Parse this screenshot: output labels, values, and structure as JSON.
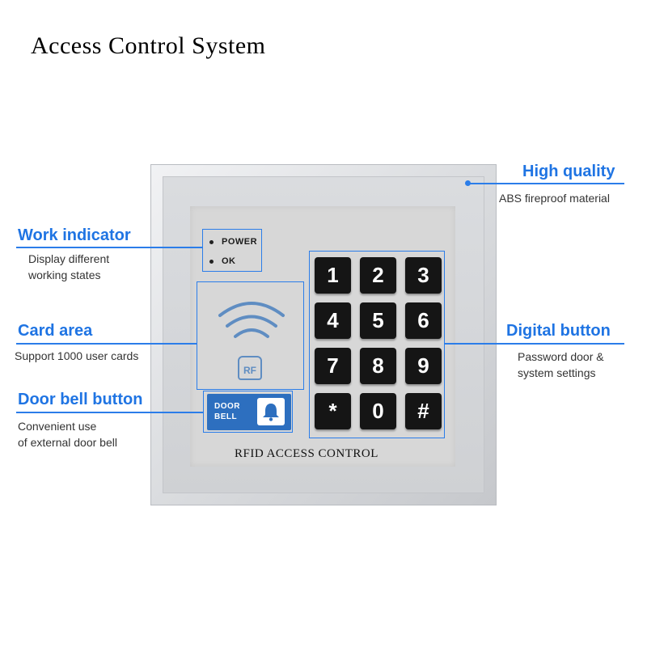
{
  "title": "Access Control System",
  "device": {
    "led_power": "POWER",
    "led_ok": "OK",
    "rf_logo": "RF",
    "doorbell_line1": "DOOR",
    "doorbell_line2": "BELL",
    "label": "RFID ACCESS CONTROL",
    "keys": [
      "1",
      "2",
      "3",
      "4",
      "5",
      "6",
      "7",
      "8",
      "9",
      "*",
      "0",
      "#"
    ]
  },
  "callouts": {
    "high_quality": {
      "title": "High quality",
      "desc": "ABS fireproof material"
    },
    "work_indicator": {
      "title": "Work indicator",
      "desc1": "Display different",
      "desc2": "working states"
    },
    "card_area": {
      "title": "Card area",
      "desc": "Support 1000 user cards"
    },
    "digital_button": {
      "title": "Digital button",
      "desc1": "Password door &",
      "desc2": "system settings"
    },
    "door_bell": {
      "title": "Door bell button",
      "desc1": "Convenient use",
      "desc2": "of external door bell"
    }
  },
  "colors": {
    "accent": "#2b7de9",
    "doorbell_blue": "#2d6fbf",
    "key_black": "#151515",
    "rf_blue": "#5f8dc2"
  }
}
